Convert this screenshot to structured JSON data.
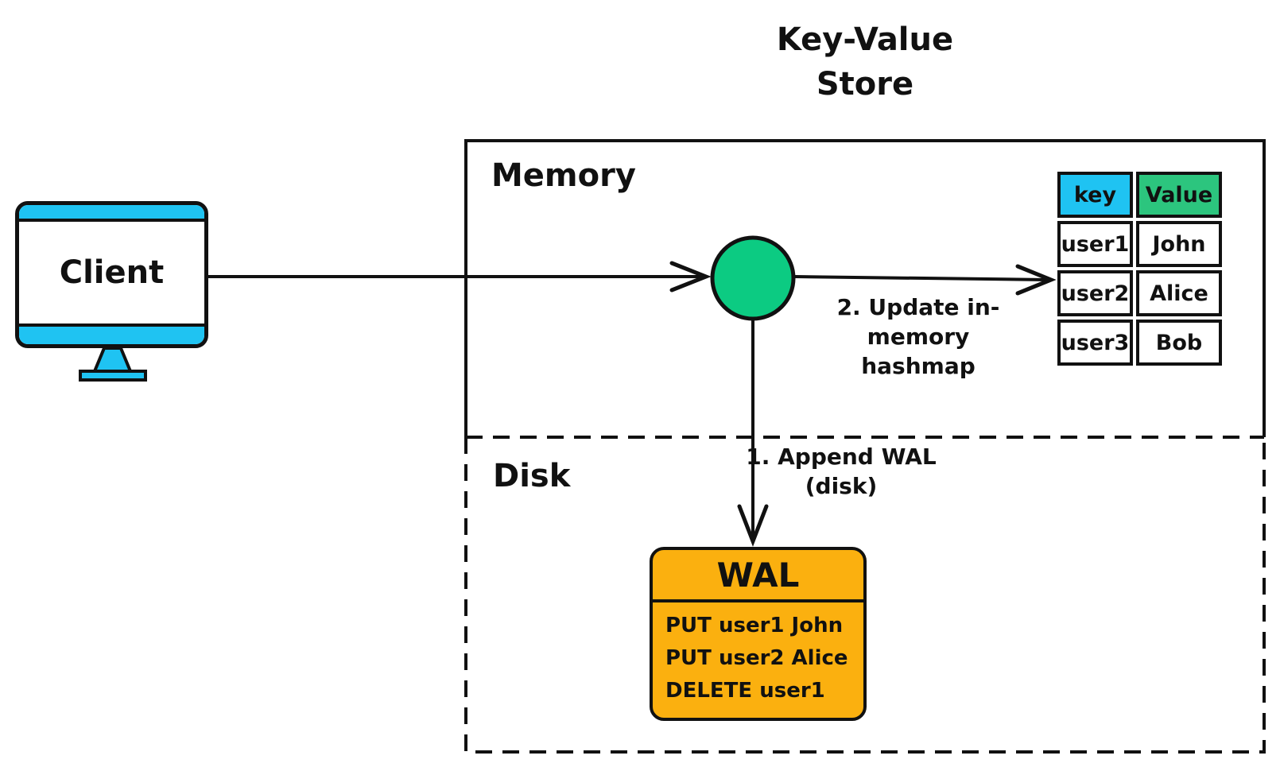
{
  "title": {
    "line1": "Key-Value",
    "line2": "Store"
  },
  "client": {
    "label": "Client"
  },
  "regions": {
    "memory_label": "Memory",
    "disk_label": "Disk"
  },
  "labels": {
    "append_wal": {
      "line1": "1. Append WAL",
      "line2": "(disk)"
    },
    "update_hashmap": {
      "line1": "2. Update in-memory",
      "line2": "hashmap"
    }
  },
  "hashmap_table": {
    "headers": [
      "key",
      "Value"
    ],
    "rows": [
      {
        "key": "user1",
        "value": "John"
      },
      {
        "key": "user2",
        "value": "Alice"
      },
      {
        "key": "user3",
        "value": "Bob"
      }
    ]
  },
  "wal": {
    "title": "WAL",
    "entries": [
      "PUT user1 John",
      "PUT user2 Alice",
      "DELETE user1"
    ]
  },
  "colors": {
    "cyan": "#1fc3f2",
    "green": "#0ccb82",
    "header_green": "#2cc57e",
    "amber": "#fbb00f",
    "stroke": "#111111"
  }
}
